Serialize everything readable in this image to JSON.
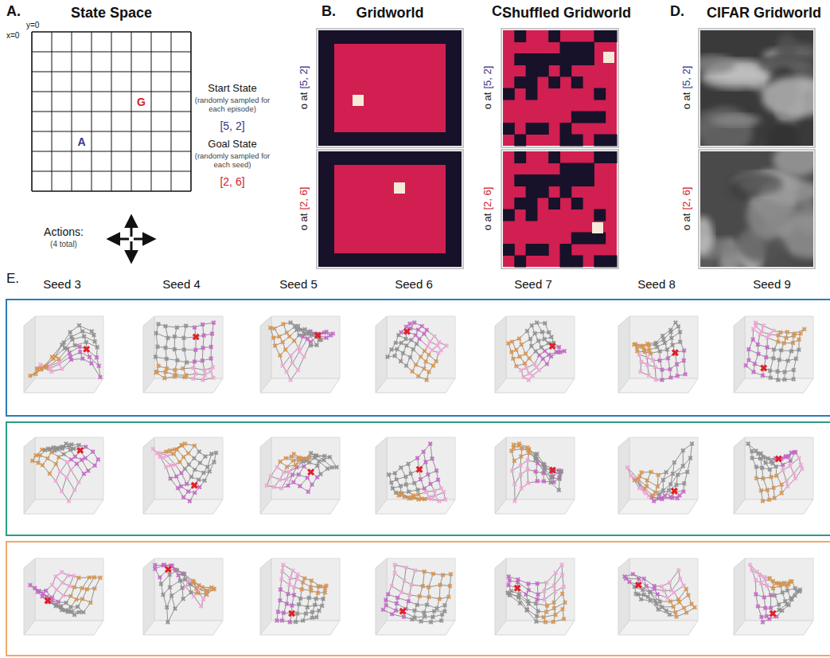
{
  "diagram": {
    "labels": [
      "A.",
      "State Space",
      "y=0",
      "x=0",
      "G",
      "A",
      "Start State",
      "(randomly sampled for each episode)",
      "[5, 2]",
      "Goal State",
      "(randomly sampled for each seed)",
      "[2, 6]",
      "Actions:",
      "(4 total)",
      "B.",
      "Gridworld",
      "o at",
      "[5, 2]",
      "o at",
      "[2, 6]",
      "C.",
      "Shuffled Gridworld",
      "o at",
      "[5, 2]",
      "o at",
      "[2, 6]",
      "D.",
      "CIFAR Gridworld",
      "o at",
      "[5, 2]",
      "o at",
      "[2, 6]",
      "E.",
      "Seed 3",
      "Seed 4",
      "Seed 5",
      "Seed 6",
      "Seed 7",
      "Seed 8",
      "Seed 9"
    ]
  }
}
